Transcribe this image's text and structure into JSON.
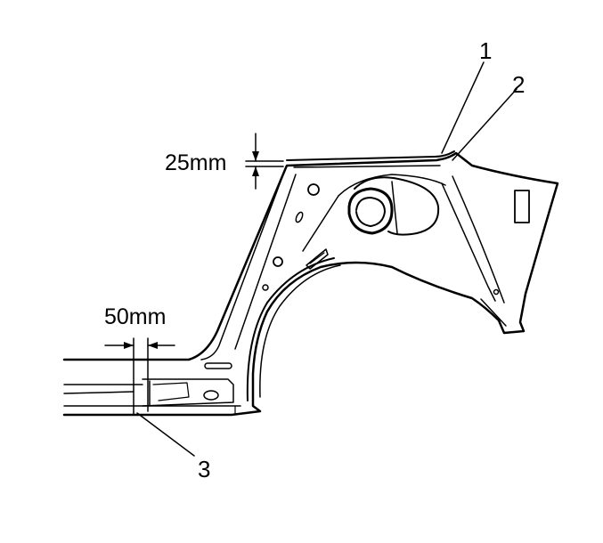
{
  "diagram": {
    "callouts": [
      "1",
      "2",
      "3"
    ],
    "dimensions": {
      "top_gap": "25mm",
      "sill_gap": "50mm"
    }
  }
}
